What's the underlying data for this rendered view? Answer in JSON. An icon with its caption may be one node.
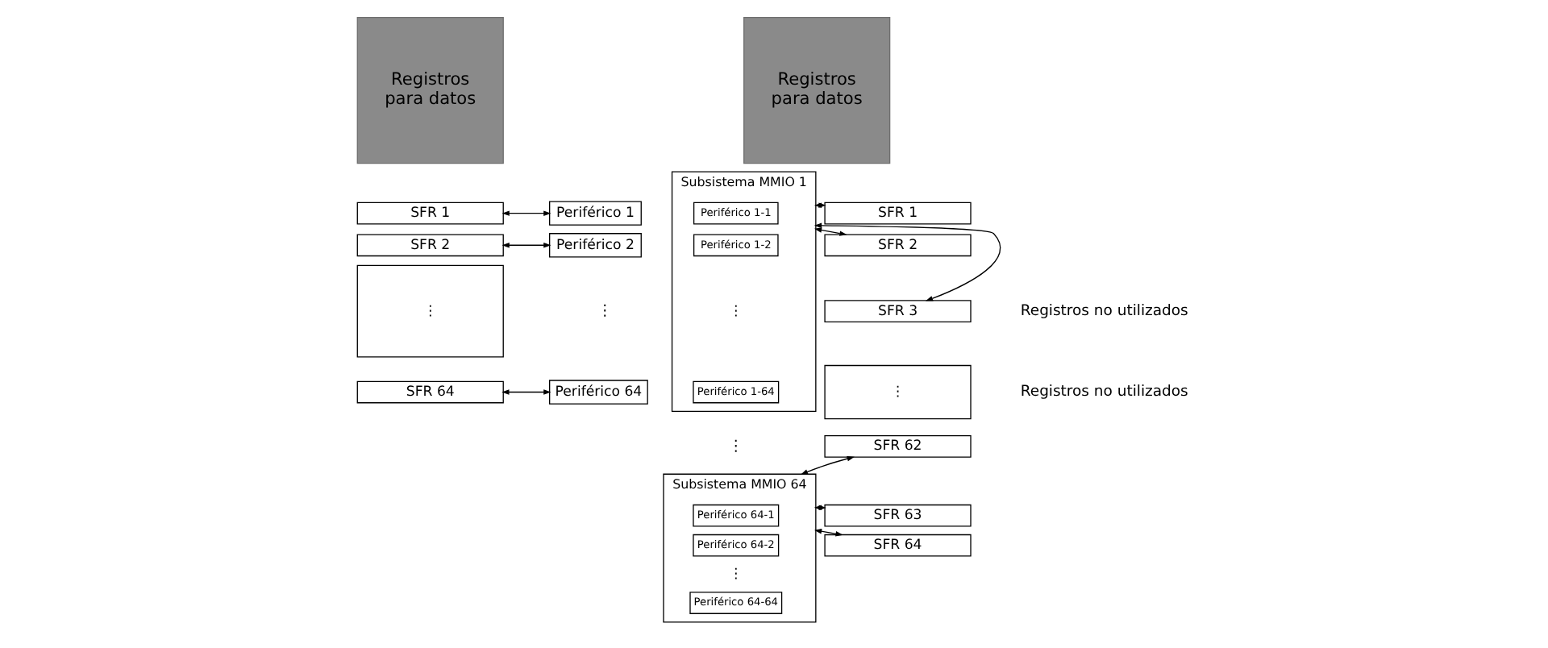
{
  "diagram": {
    "nodes": [
      {
        "text": [
          "Registros para datos"
        ]
      },
      {
        "text": [
          "SFR 1"
        ]
      },
      {
        "text": [
          "SFR 2"
        ]
      },
      {
        "text": [
          "⋮"
        ]
      },
      {
        "text": [
          "SFR 64"
        ]
      },
      {
        "text": [
          "Periférico 1"
        ]
      },
      {
        "text": [
          "Periférico 2"
        ]
      },
      {
        "text": [
          "Periférico 64"
        ]
      },
      {
        "text": [
          "Registros para datos"
        ]
      },
      {
        "text": [
          "SFR 1"
        ]
      },
      {
        "text": [
          "SFR 2"
        ]
      },
      {
        "text": [
          "SFR 3"
        ]
      },
      {
        "text": [
          "⋮"
        ]
      },
      {
        "text": [
          "SFR 62"
        ]
      },
      {
        "text": [
          "SFR 63"
        ]
      },
      {
        "text": [
          "SFR 64"
        ]
      },
      {
        "text": [
          "Subsistema MMIO 1"
        ]
      },
      {
        "text": [
          "Periférico 1-1"
        ],
        "in": 16
      },
      {
        "text": [
          "Periférico 1-2"
        ],
        "in": 16
      },
      {
        "text": [
          "Periférico 1-64"
        ],
        "in": 16
      },
      {
        "text": [
          "Subsistema MMIO 64"
        ]
      },
      {
        "text": [
          "Periférico 64-1"
        ],
        "in": 20
      },
      {
        "text": [
          "Periférico 64-2"
        ],
        "in": 20
      },
      {
        "text": [
          "Periférico 64-64"
        ],
        "in": 20
      }
    ],
    "edges": [
      {
        "from": 1,
        "to": 5,
        "arrow": "both"
      },
      {
        "from": 2,
        "to": 6,
        "arrow": "both"
      },
      {
        "from": 4,
        "to": 7,
        "arrow": "both"
      },
      {
        "from": 9,
        "to": 16,
        "arrow": "both"
      },
      {
        "from": 10,
        "to": 16,
        "arrow": "both"
      },
      {
        "from": 11,
        "to": 16,
        "arrow": "both"
      },
      {
        "from": 13,
        "to": 20,
        "arrow": "both"
      },
      {
        "from": 14,
        "to": 20,
        "arrow": "both"
      },
      {
        "from": 15,
        "to": 20,
        "arrow": "both"
      }
    ],
    "labels": [
      "Registros no utilizados",
      "⋮",
      "⋮",
      "⋮",
      "Registros no utilizados",
      "⋮"
    ]
  }
}
